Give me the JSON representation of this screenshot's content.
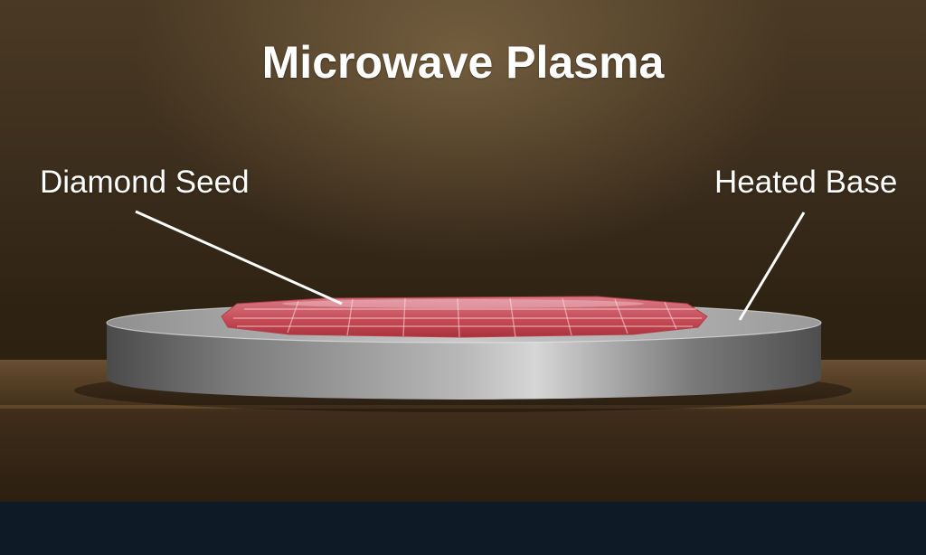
{
  "title": "Microwave Plasma",
  "labels": {
    "diamond_seed": "Diamond Seed",
    "heated_base": "Heated Base"
  },
  "colors": {
    "background": "#3b2d1c",
    "table": "#5a4228",
    "disk": "#9a9a9a",
    "seed": "#c84a56",
    "bottom_bar": "#0e1a26",
    "text": "#ffffff"
  }
}
